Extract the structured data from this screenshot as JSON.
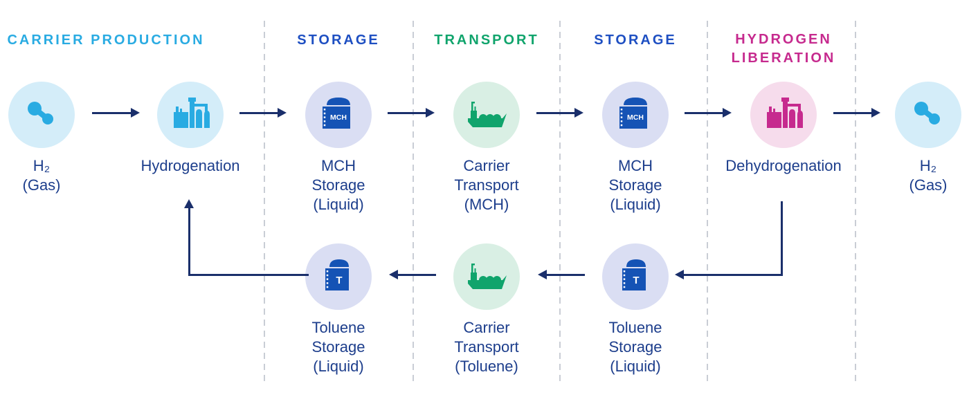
{
  "palette": {
    "cyan": "#29abe2",
    "cyan_bg": "#d4edf9",
    "blue": "#1e4fc2",
    "tank_blue": "#1553b5",
    "peri_bg": "#dadef3",
    "green": "#10a46c",
    "mint_bg": "#d9efe4",
    "magenta": "#c62a8e",
    "pink_bg": "#f6dcec",
    "navy": "#1d3e8c",
    "arrow": "#1a2f6b",
    "sep": "#c9cdd5"
  },
  "sections": [
    {
      "label": "CARRIER PRODUCTION"
    },
    {
      "label": "STORAGE"
    },
    {
      "label": "TRANSPORT"
    },
    {
      "label": "STORAGE"
    },
    {
      "label": "HYDROGEN LIBERATION",
      "line1": "HYDROGEN",
      "line2": "LIBERATION"
    }
  ],
  "nodes": {
    "h2_source": {
      "icon": "h2-molecule-icon",
      "line1": "H₂",
      "line2": "(Gas)"
    },
    "hydrogenation": {
      "icon": "factory-icon",
      "line1": "Hydrogenation"
    },
    "mch_storage_1": {
      "icon": "storage-tank-icon",
      "tank_text": "MCH",
      "line1": "MCH",
      "line2": "Storage",
      "line3": "(Liquid)"
    },
    "carrier_transport_mch": {
      "icon": "ship-icon",
      "line1": "Carrier",
      "line2": "Transport",
      "line3": "(MCH)"
    },
    "mch_storage_2": {
      "icon": "storage-tank-icon",
      "tank_text": "MCH",
      "line1": "MCH",
      "line2": "Storage",
      "line3": "(Liquid)"
    },
    "dehydrogenation": {
      "icon": "factory-icon",
      "line1": "Dehydrogenation"
    },
    "h2_output": {
      "icon": "h2-molecule-icon",
      "line1": "H₂",
      "line2": "(Gas)"
    },
    "toluene_storage_1": {
      "icon": "storage-tank-icon",
      "tank_text": "T",
      "line1": "Toluene",
      "line2": "Storage",
      "line3": "(Liquid)"
    },
    "carrier_transport_toluene": {
      "icon": "ship-icon",
      "line1": "Carrier",
      "line2": "Transport",
      "line3": "(Toluene)"
    },
    "toluene_storage_2": {
      "icon": "storage-tank-icon",
      "tank_text": "T",
      "line1": "Toluene",
      "line2": "Storage",
      "line3": "(Liquid)"
    }
  }
}
